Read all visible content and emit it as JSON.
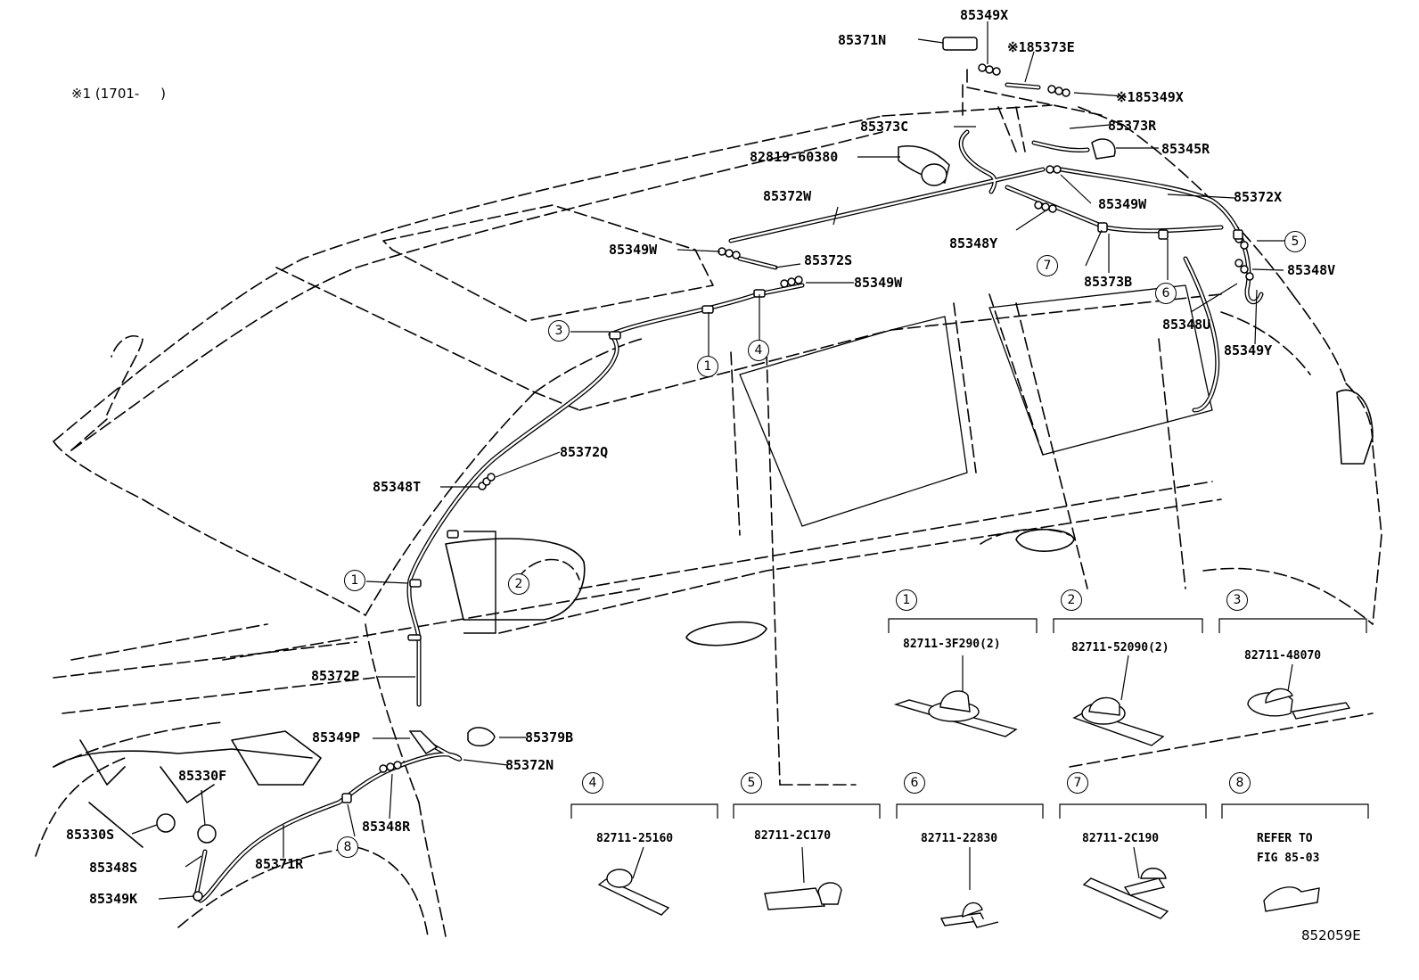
{
  "note": "※1 (1701-     )",
  "figure_code": "852059E",
  "parts": {
    "p85349X_top": "85349X",
    "p85371N": "85371N",
    "p85373E": "※185373E",
    "p85349X_note": "※185349X",
    "p85373C": "85373C",
    "p85373R": "85373R",
    "p82819": "82819-60380",
    "p85345R": "85345R",
    "p85372W": "85372W",
    "p85372X": "85372X",
    "p85349W_r": "85349W",
    "p85349W_l": "85349W",
    "p85348Y": "85348Y",
    "p85372S": "85372S",
    "p85349W_m": "85349W",
    "p85348V": "85348V",
    "p85373B": "85373B",
    "p85348U": "85348U",
    "p85349Y": "85349Y",
    "p85372Q": "85372Q",
    "p85348T": "85348T",
    "p85372P": "85372P",
    "p85349P": "85349P",
    "p85379B": "85379B",
    "p85372N": "85372N",
    "p85330F": "85330F",
    "p85330S": "85330S",
    "p85348S": "85348S",
    "p85371R": "85371R",
    "p85348R": "85348R",
    "p85349K": "85349K"
  },
  "callouts": {
    "c1a": "1",
    "c1b": "1",
    "c2": "2",
    "c3": "3",
    "c4": "4",
    "c5": "5",
    "c6": "6",
    "c7": "7",
    "c8": "8"
  },
  "legend": [
    {
      "num": "1",
      "part": "82711-3F290(2)"
    },
    {
      "num": "2",
      "part": "82711-52090(2)"
    },
    {
      "num": "3",
      "part": "82711-48070"
    },
    {
      "num": "4",
      "part": "82711-25160"
    },
    {
      "num": "5",
      "part": "82711-2C170"
    },
    {
      "num": "6",
      "part": "82711-22830"
    },
    {
      "num": "7",
      "part": "82711-2C190"
    },
    {
      "num": "8",
      "part_line1": "REFER TO",
      "part_line2": "FIG 85-03"
    }
  ]
}
